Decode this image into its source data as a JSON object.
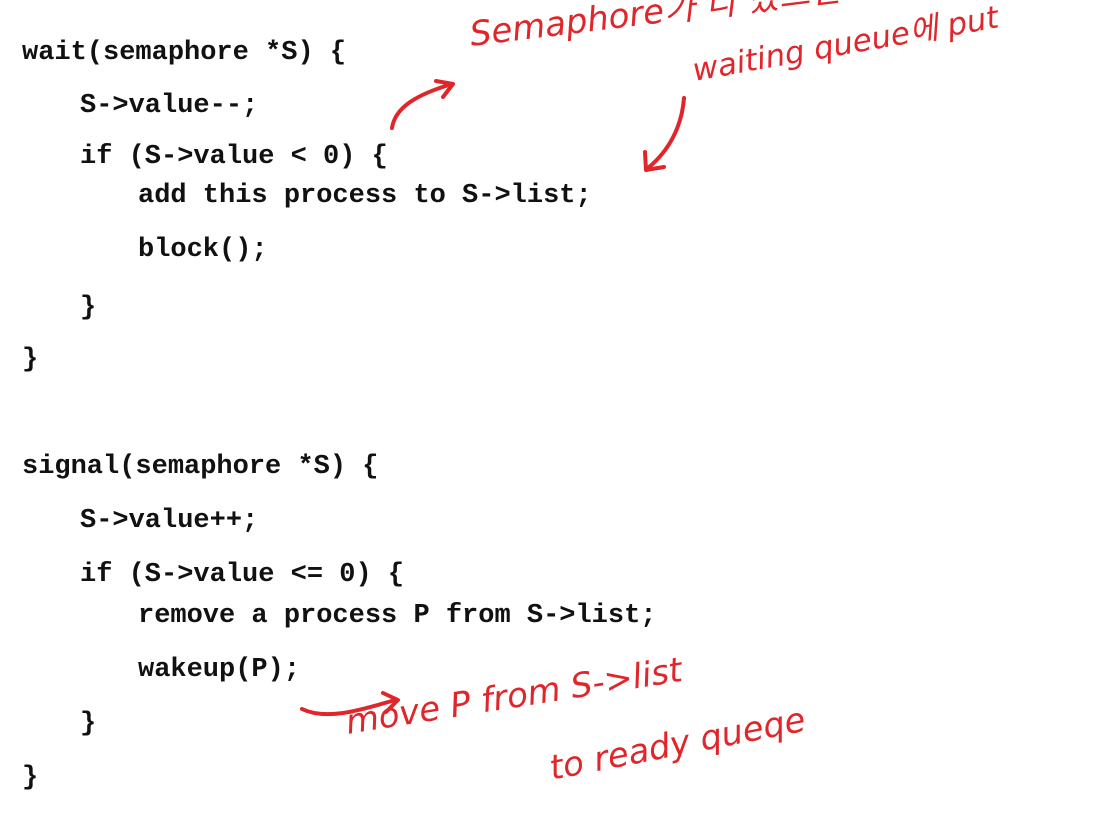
{
  "code": {
    "wait_block": [
      "wait(semaphore *S) {",
      "S->value--;",
      "if (S->value < 0) {",
      "add this process to S->list;",
      "block();",
      "}",
      "}"
    ],
    "signal_block": [
      "signal(semaphore *S) {",
      "S->value++;",
      "if (S->value <= 0) {",
      "remove a process P from S->list;",
      "wakeup(P);",
      "}",
      "}"
    ]
  },
  "annotations": {
    "semaphore_note": "Semaphore가 다 찼으면",
    "waiting_queue_note": "waiting queue에 put",
    "move_note": "move P from S->list",
    "ready_note": "to ready queqe"
  },
  "colors": {
    "ink": "#e0262b",
    "code": "#111111"
  }
}
